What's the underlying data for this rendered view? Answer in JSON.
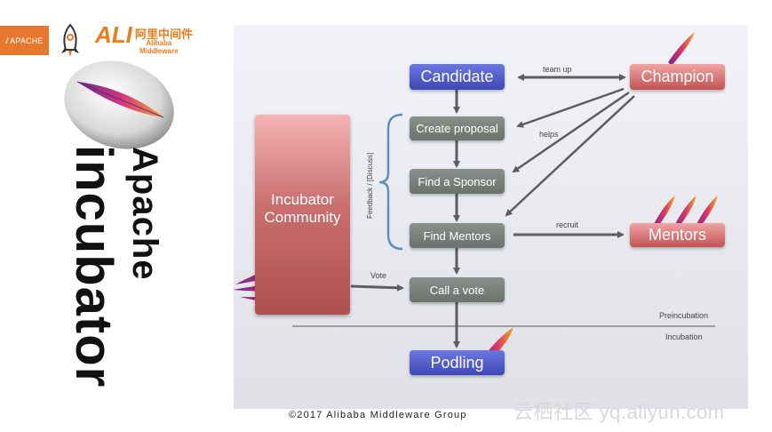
{
  "logos": {
    "apache": "APACHE",
    "alibaba_cn": "阿里中间件",
    "alibaba_en_1": "Alibaba",
    "alibaba_en_2": "Middleware",
    "alibaba_mark": "ALI"
  },
  "title": {
    "line1": "Apache",
    "line2": "incubator"
  },
  "diagram": {
    "nodes": {
      "candidate": "Candidate",
      "champion": "Champion",
      "create_proposal": "Create proposal",
      "find_sponsor": "Find a Sponsor",
      "find_mentors": "Find Mentors",
      "mentors": "Mentors",
      "call_vote": "Call a vote",
      "podling": "Podling",
      "community_line1": "Incubator",
      "community_line2": "Community"
    },
    "labels": {
      "team_up": "team up",
      "helps": "helps",
      "recruit": "recruit",
      "vote": "Vote",
      "feedback": "Feedback / [Discuss]",
      "preincubation": "Preincubation",
      "incubation": "Incubation"
    }
  },
  "footer": {
    "copyright": "©2017 Alibaba Middleware Group",
    "watermark": "云栖社区 yq.aliyun.com"
  },
  "colors": {
    "apache_orange": "#e8772e",
    "box_blue": "#4a55c4",
    "box_gray": "#767c76",
    "box_red": "#d06a6a"
  }
}
